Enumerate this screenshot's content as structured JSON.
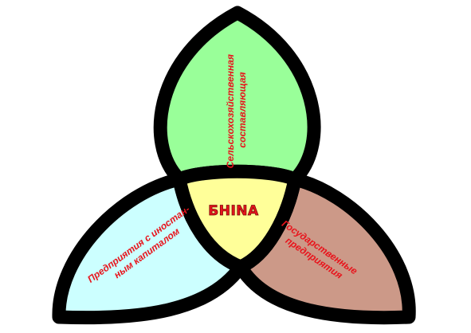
{
  "center": {
    "label": "БНINA",
    "fill": "#ffff99"
  },
  "petals": {
    "top": {
      "lines": [
        "Сельскохозяйственная",
        "составляющая"
      ],
      "fill": "#99ff99"
    },
    "left": {
      "lines": [
        "Предприятия с иностан-",
        "ным капиталом"
      ],
      "fill": "#ccffff"
    },
    "right": {
      "lines": [
        "Государственные",
        "предприятия"
      ],
      "fill": "#cc9988"
    }
  },
  "colors": {
    "outline": "#000000",
    "label_text": "#e8141c"
  }
}
